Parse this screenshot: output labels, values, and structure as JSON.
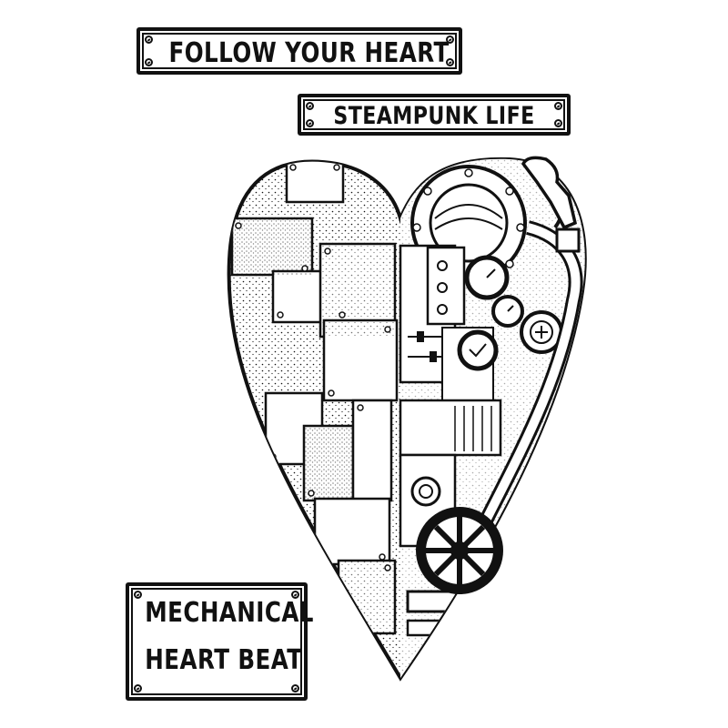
{
  "labels": {
    "plate_1": "FOLLOW YOUR HEART",
    "plate_2": "STEAMPUNK LIFE",
    "plate_3_line_1": "MECHANICAL",
    "plate_3_line_2": "HEART BEAT"
  },
  "colors": {
    "ink": "#111111",
    "paper": "#ffffff"
  }
}
